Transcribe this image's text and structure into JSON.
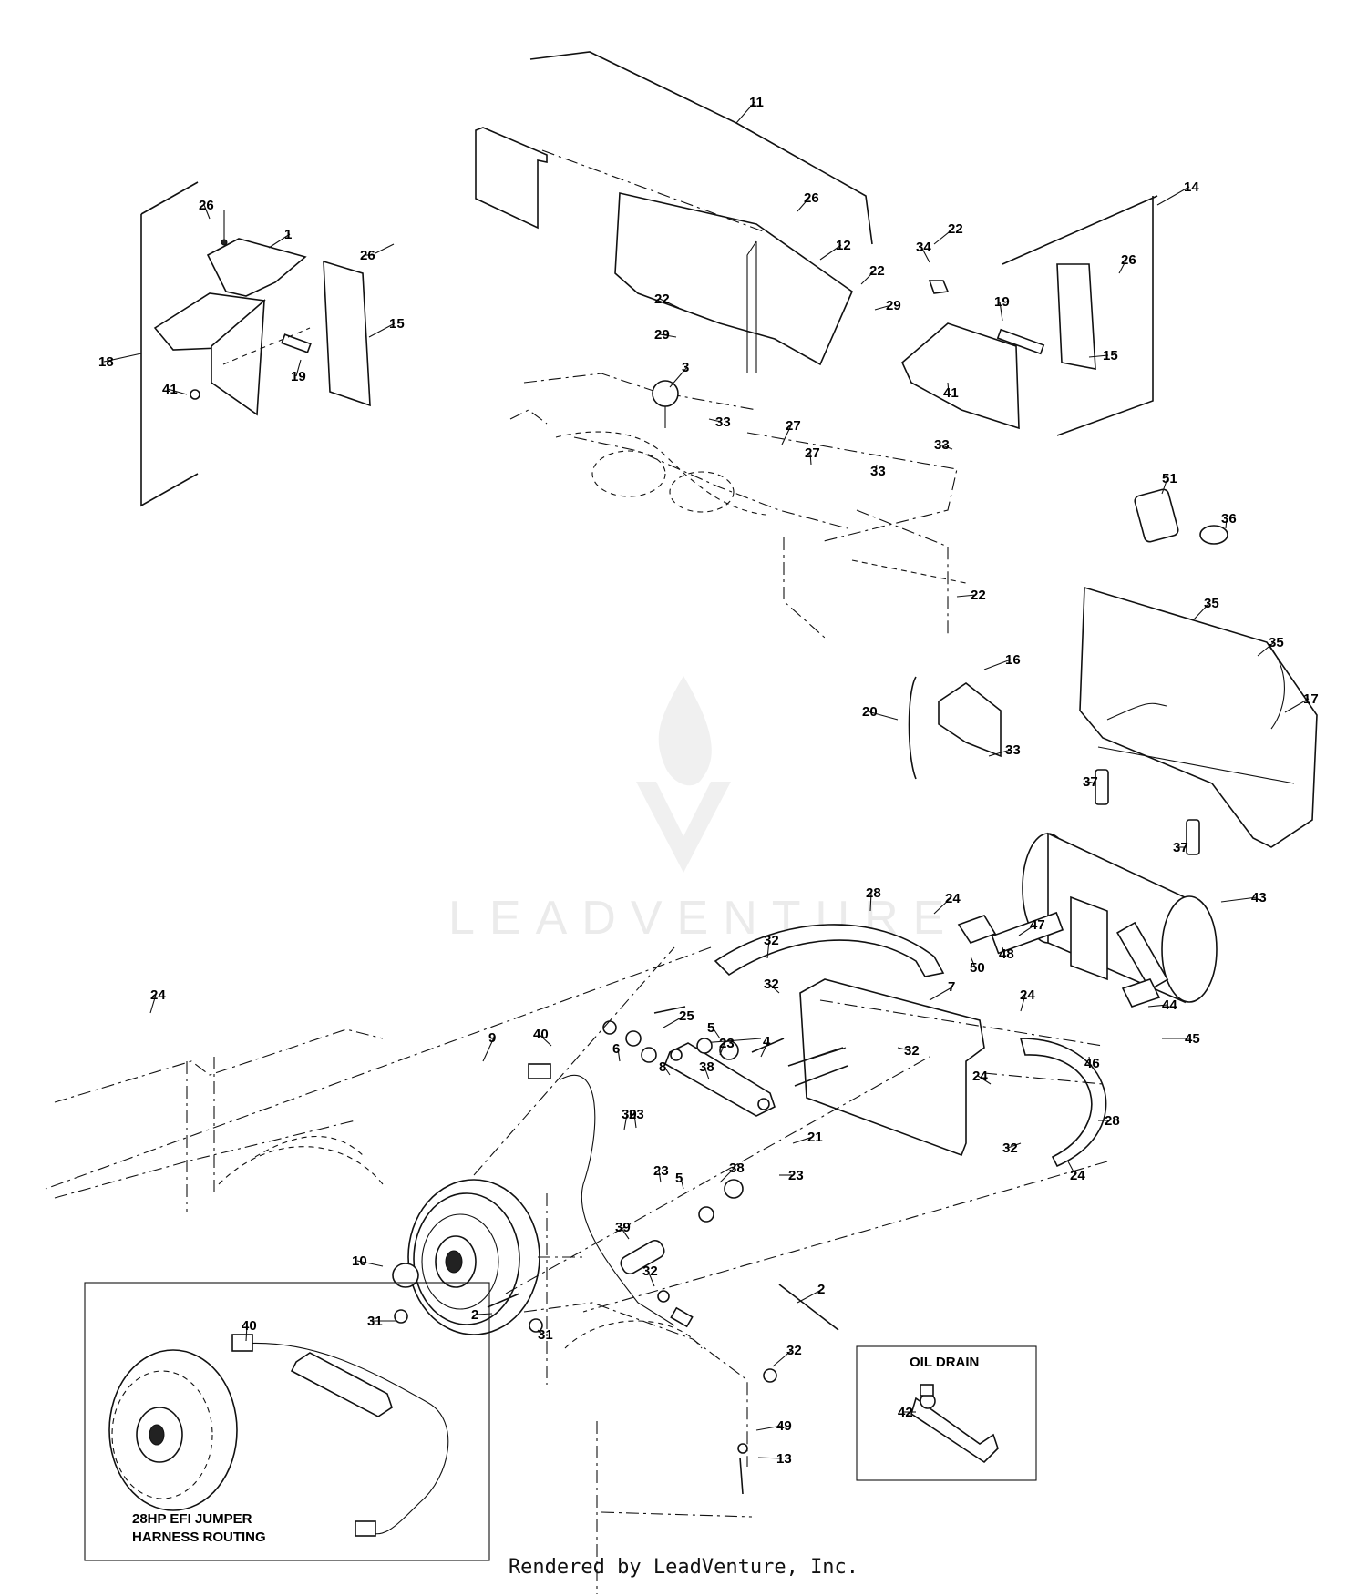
{
  "callouts": [
    {
      "id": "c1",
      "text": "1"
    },
    {
      "id": "c2a",
      "text": "2"
    },
    {
      "id": "c2b",
      "text": "2"
    },
    {
      "id": "c3",
      "text": "3"
    },
    {
      "id": "c4",
      "text": "4"
    },
    {
      "id": "c5a",
      "text": "5"
    },
    {
      "id": "c5b",
      "text": "5"
    },
    {
      "id": "c6",
      "text": "6"
    },
    {
      "id": "c7",
      "text": "7"
    },
    {
      "id": "c8",
      "text": "8"
    },
    {
      "id": "c9",
      "text": "9"
    },
    {
      "id": "c10",
      "text": "10"
    },
    {
      "id": "c11",
      "text": "11"
    },
    {
      "id": "c12",
      "text": "12"
    },
    {
      "id": "c13",
      "text": "13"
    },
    {
      "id": "c14",
      "text": "14"
    },
    {
      "id": "c15a",
      "text": "15"
    },
    {
      "id": "c15b",
      "text": "15"
    },
    {
      "id": "c16",
      "text": "16"
    },
    {
      "id": "c17",
      "text": "17"
    },
    {
      "id": "c18",
      "text": "18"
    },
    {
      "id": "c19a",
      "text": "19"
    },
    {
      "id": "c19b",
      "text": "19"
    },
    {
      "id": "c20",
      "text": "20"
    },
    {
      "id": "c21",
      "text": "21"
    },
    {
      "id": "c22a",
      "text": "22"
    },
    {
      "id": "c22b",
      "text": "22"
    },
    {
      "id": "c22c",
      "text": "22"
    },
    {
      "id": "c22d",
      "text": "22"
    },
    {
      "id": "c23a",
      "text": "23"
    },
    {
      "id": "c23b",
      "text": "23"
    },
    {
      "id": "c23c",
      "text": "23"
    },
    {
      "id": "c23d",
      "text": "23"
    },
    {
      "id": "c24a",
      "text": "24"
    },
    {
      "id": "c24b",
      "text": "24"
    },
    {
      "id": "c24c",
      "text": "24"
    },
    {
      "id": "c24d",
      "text": "24"
    },
    {
      "id": "c24e",
      "text": "24"
    },
    {
      "id": "c25",
      "text": "25"
    },
    {
      "id": "c26a",
      "text": "26"
    },
    {
      "id": "c26b",
      "text": "26"
    },
    {
      "id": "c26c",
      "text": "26"
    },
    {
      "id": "c26d",
      "text": "26"
    },
    {
      "id": "c27a",
      "text": "27"
    },
    {
      "id": "c27b",
      "text": "27"
    },
    {
      "id": "c28a",
      "text": "28"
    },
    {
      "id": "c28b",
      "text": "28"
    },
    {
      "id": "c29a",
      "text": "29"
    },
    {
      "id": "c29b",
      "text": "29"
    },
    {
      "id": "c30",
      "text": "30"
    },
    {
      "id": "c31a",
      "text": "31"
    },
    {
      "id": "c31b",
      "text": "31"
    },
    {
      "id": "c32a",
      "text": "32"
    },
    {
      "id": "c32b",
      "text": "32"
    },
    {
      "id": "c32c",
      "text": "32"
    },
    {
      "id": "c32d",
      "text": "32"
    },
    {
      "id": "c32e",
      "text": "32"
    },
    {
      "id": "c32f",
      "text": "32"
    },
    {
      "id": "c33a",
      "text": "33"
    },
    {
      "id": "c33b",
      "text": "33"
    },
    {
      "id": "c33c",
      "text": "33"
    },
    {
      "id": "c33d",
      "text": "33"
    },
    {
      "id": "c34",
      "text": "34"
    },
    {
      "id": "c35a",
      "text": "35"
    },
    {
      "id": "c35b",
      "text": "35"
    },
    {
      "id": "c36",
      "text": "36"
    },
    {
      "id": "c37a",
      "text": "37"
    },
    {
      "id": "c37b",
      "text": "37"
    },
    {
      "id": "c38a",
      "text": "38"
    },
    {
      "id": "c38b",
      "text": "38"
    },
    {
      "id": "c39",
      "text": "39"
    },
    {
      "id": "c40a",
      "text": "40"
    },
    {
      "id": "c40b",
      "text": "40"
    },
    {
      "id": "c41a",
      "text": "41"
    },
    {
      "id": "c41b",
      "text": "41"
    },
    {
      "id": "c42",
      "text": "42"
    },
    {
      "id": "c43",
      "text": "43"
    },
    {
      "id": "c44",
      "text": "44"
    },
    {
      "id": "c45",
      "text": "45"
    },
    {
      "id": "c46",
      "text": "46"
    },
    {
      "id": "c47",
      "text": "47"
    },
    {
      "id": "c48",
      "text": "48"
    },
    {
      "id": "c49",
      "text": "49"
    },
    {
      "id": "c50",
      "text": "50"
    },
    {
      "id": "c51",
      "text": "51"
    }
  ],
  "insets": {
    "harness": {
      "line1": "28HP EFI JUMPER",
      "line2": "HARNESS ROUTING"
    },
    "oil_drain": {
      "title": "OIL DRAIN"
    }
  },
  "watermark": {
    "text": "LEADVENTURE"
  },
  "footer": {
    "text": "Rendered by LeadVenture, Inc."
  }
}
